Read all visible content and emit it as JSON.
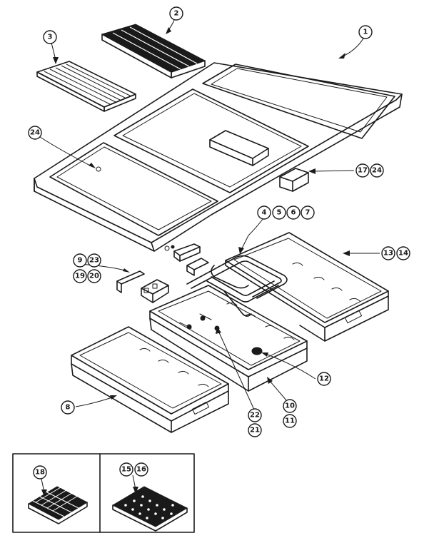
{
  "callouts": {
    "c1": "1",
    "c2": "2",
    "c3": "3",
    "c24a": "24",
    "c17": "17",
    "c24b": "24",
    "c4": "4",
    "c5": "5",
    "c6": "6",
    "c7": "7",
    "c9": "9",
    "c23": "23",
    "c19": "19",
    "c20": "20",
    "c13": "13",
    "c14": "14",
    "c12": "12",
    "c8": "8",
    "c22": "22",
    "c21": "21",
    "c10": "10",
    "c11": "11",
    "c18": "18",
    "c15": "15",
    "c16": "16"
  }
}
